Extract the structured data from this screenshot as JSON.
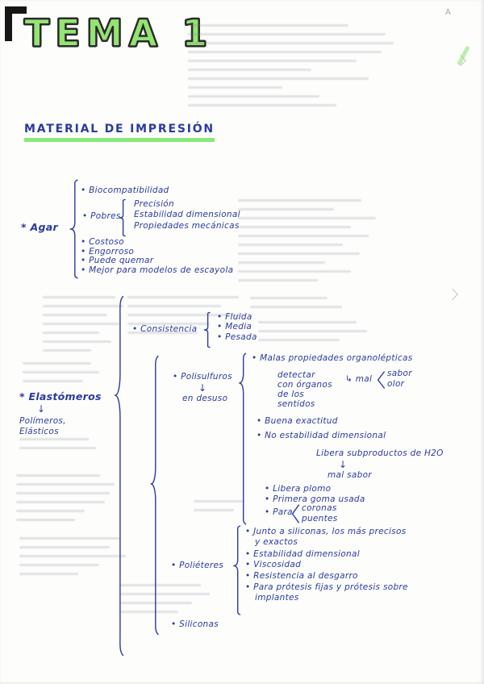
{
  "title": "TEMA 1",
  "heading": "MATERIAL DE IMPRESIÓN",
  "corner_mark": "A",
  "ink_color": "#2b3aa0",
  "highlight_color": "#6ee25a",
  "agar": {
    "label": "* Agar",
    "items": {
      "biocompatibilidad": "• Biocompatibilidad",
      "pobres": "• Pobres",
      "pobres_sub": [
        "Precisión",
        "Estabilidad dimensional",
        "Propiedades mecánicas"
      ],
      "costoso": "• Costoso",
      "engorroso": "• Engorroso",
      "puede_quemar": "• Puede quemar",
      "mejor": "• Mejor para modelos de escayola"
    }
  },
  "elastomeros": {
    "label": "* Elastómeros",
    "arrow": "↓",
    "tipo1": "Polímeros,",
    "tipo2": "Elásticos",
    "consistencia": {
      "label": "• Consistencia",
      "niveles": [
        "• Fluida",
        "• Media",
        "• Pesada"
      ]
    },
    "polisulfuros": {
      "label": "• Polisulfuros",
      "arrow": "↓",
      "nota": "en desuso",
      "malas": "• Malas propiedades organolépticas",
      "detectar_1": "detectar",
      "detectar_2": "con órganos",
      "detectar_3": "de los",
      "detectar_4": "sentidos",
      "mal": "↳ mal",
      "sabor": "sabor",
      "olor": "olor",
      "buena": "• Buena exactitud",
      "no_estabilidad": "• No estabilidad dimensional",
      "libera_subproductos": "Libera subproductos de H2O",
      "arrow2": "↓",
      "mal_sabor": "mal sabor",
      "libera_plomo": "• Libera plomo",
      "primera_goma": "• Primera goma usada",
      "para": "• Para",
      "coronas": "coronas",
      "puentes": "puentes"
    },
    "polieteres": {
      "label": "• Poliéteres",
      "junto_1": "• Junto a siliconas, los más precisos",
      "junto_2": "y exactos",
      "estabilidad": "• Estabilidad dimensional",
      "viscosidad": "• Viscosidad",
      "resistencia": "• Resistencia al desgarro",
      "para_1": "• Para prótesis fijas y prótesis sobre",
      "para_2": "implantes"
    },
    "siliconas": "• Siliconas"
  }
}
